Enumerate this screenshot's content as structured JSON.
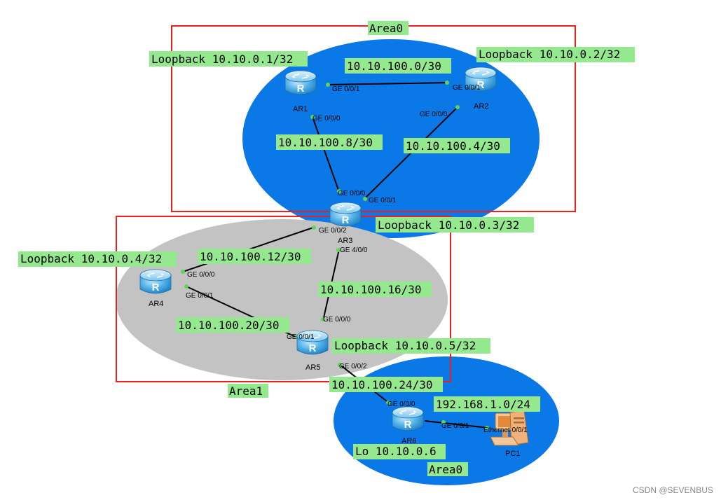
{
  "colors": {
    "area0_fill": "#0a78e6",
    "area1_fill": "#c3c3c3",
    "box_stroke": "#e8211e",
    "label_bg": "#94e88e",
    "link_color": "#000000",
    "port_dot": "#5fd35a",
    "router_body": "#3aa6e0"
  },
  "areas": {
    "top_area0": "Area0",
    "area1": "Area1",
    "bottom_area0": "Area0"
  },
  "loopbacks": {
    "ar1": "Loopback 10.10.0.1/32",
    "ar2": "Loopback 10.10.0.2/32",
    "ar3": "Loopback 10.10.0.3/32",
    "ar4": "Loopback 10.10.0.4/32",
    "ar5": "Loopback 10.10.0.5/32",
    "ar6": "Lo 10.10.0.6"
  },
  "subnets": {
    "ar1_ar2": "10.10.100.0/30",
    "ar2_ar3": "10.10.100.4/30",
    "ar1_ar3": "10.10.100.8/30",
    "ar3_ar4": "10.10.100.12/30",
    "ar3_ar5": "10.10.100.16/30",
    "ar4_ar5": "10.10.100.20/30",
    "ar5_ar6": "10.10.100.24/30",
    "ar6_pc1": "192.168.1.0/24"
  },
  "devices": {
    "ar1": "AR1",
    "ar2": "AR2",
    "ar3": "AR3",
    "ar4": "AR4",
    "ar5": "AR5",
    "ar6": "AR6",
    "pc1": "PC1"
  },
  "ports": {
    "ar1_ge001": "GE 0/0/1",
    "ar1_ge000": "GE 0/0/0",
    "ar2_ge001": "GE 0/0/1",
    "ar2_ge000": "GE 0/0/0",
    "ar3_ge000": "GE 0/0/0",
    "ar3_ge001": "GE 0/0/1",
    "ar3_ge002": "GE 0/0/2",
    "ar3_ge400": "GE 4/0/0",
    "ar4_ge000": "GE 0/0/0",
    "ar4_ge001": "GE 0/0/1",
    "ar5_ge000": "GE 0/0/0",
    "ar5_ge001": "GE 0/0/1",
    "ar5_ge002": "GE 0/0/2",
    "ar6_ge000": "GE 0/0/0",
    "ar6_ge001": "GE 0/0/1",
    "pc1_eth": "Ethernet 0/0/1"
  },
  "watermark": "CSDN @SEVENBUS"
}
